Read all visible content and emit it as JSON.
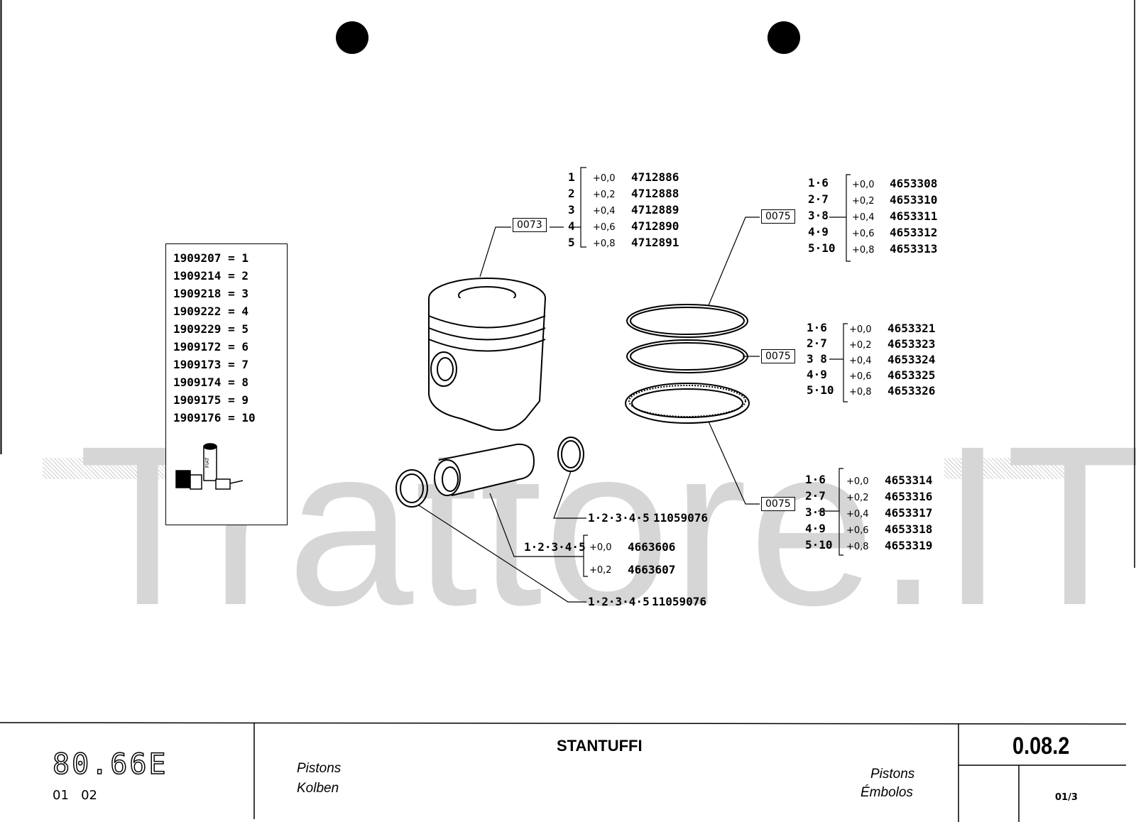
{
  "watermark": "Trattore.IT",
  "legend": [
    {
      "code": "1909207",
      "num": "1"
    },
    {
      "code": "1909214",
      "num": "2"
    },
    {
      "code": "1909218",
      "num": "3"
    },
    {
      "code": "1909222",
      "num": "4"
    },
    {
      "code": "1909229",
      "num": "5"
    },
    {
      "code": "1909172",
      "num": "6"
    },
    {
      "code": "1909173",
      "num": "7"
    },
    {
      "code": "1909174",
      "num": "8"
    },
    {
      "code": "1909175",
      "num": "9"
    },
    {
      "code": "1909176",
      "num": "10"
    }
  ],
  "legend_logo_text": "FIAT",
  "piston": {
    "ref": "0073",
    "rows": [
      {
        "idx": "1",
        "off": "+0,0",
        "code": "4712886"
      },
      {
        "idx": "2",
        "off": "+0,2",
        "code": "4712888"
      },
      {
        "idx": "3",
        "off": "+0,4",
        "code": "4712889"
      },
      {
        "idx": "4",
        "off": "+0,6",
        "code": "4712890"
      },
      {
        "idx": "5",
        "off": "+0,8",
        "code": "4712891"
      }
    ]
  },
  "ring_top": {
    "ref": "0075",
    "rows": [
      {
        "idx": "1·6",
        "off": "+0,0",
        "code": "4653308"
      },
      {
        "idx": "2·7",
        "off": "+0,2",
        "code": "4653310"
      },
      {
        "idx": "3·8",
        "off": "+0,4",
        "code": "4653311"
      },
      {
        "idx": "4·9",
        "off": "+0,6",
        "code": "4653312"
      },
      {
        "idx": "5·10",
        "off": "+0,8",
        "code": "4653313"
      }
    ]
  },
  "ring_mid": {
    "ref": "0075",
    "rows": [
      {
        "idx": "1·6",
        "off": "+0,0",
        "code": "4653321"
      },
      {
        "idx": "2·7",
        "off": "+0,2",
        "code": "4653323"
      },
      {
        "idx": "3 8",
        "off": "+0,4",
        "code": "4653324"
      },
      {
        "idx": "4·9",
        "off": "+0,6",
        "code": "4653325"
      },
      {
        "idx": "5·10",
        "off": "+0,8",
        "code": "4653326"
      }
    ]
  },
  "ring_bot": {
    "ref": "0075",
    "rows": [
      {
        "idx": "1·6",
        "off": "+0,0",
        "code": "4653314"
      },
      {
        "idx": "2·7",
        "off": "+0,2",
        "code": "4653316"
      },
      {
        "idx": "3·8",
        "off": "+0,4",
        "code": "4653317"
      },
      {
        "idx": "4·9",
        "off": "+0,6",
        "code": "4653318"
      },
      {
        "idx": "5·10",
        "off": "+0,8",
        "code": "4653319"
      }
    ]
  },
  "circlip_top": {
    "idx": "1·2·3·4·5",
    "code": "11059076"
  },
  "pin": {
    "idx": "1·2·3·4·5",
    "rows": [
      {
        "off": "+0,0",
        "code": "4663606"
      },
      {
        "off": "+0,2",
        "code": "4663607"
      }
    ]
  },
  "circlip_bot": {
    "idx": "1·2·3·4·5",
    "code": "11059076"
  },
  "footer": {
    "model": "80.66E",
    "model_sub": "01   02",
    "title": "STANTUFFI",
    "en": "Pistons",
    "de": "Kolben",
    "fr": "Pistons",
    "es": "Émbolos",
    "page_code": "0.08.2",
    "page_sub": "01/3"
  }
}
